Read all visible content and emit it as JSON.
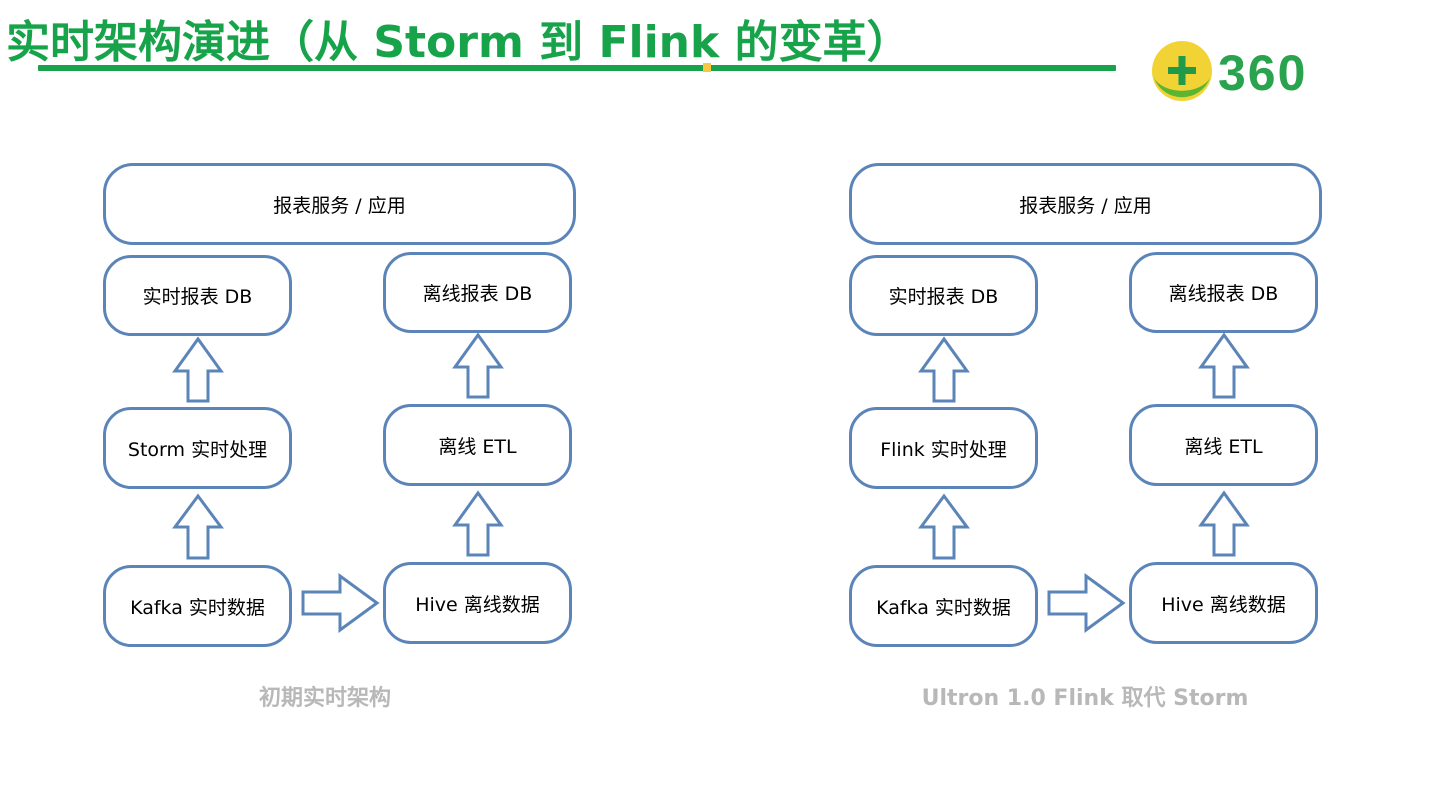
{
  "header": {
    "title": "实时架构演进（从 Storm 到 Flink 的变革）",
    "brand_text": "360",
    "accent_color": "#17a34a"
  },
  "left_diagram": {
    "top_box": "报表服务 / 应用",
    "realtime_db": "实时报表 DB",
    "offline_db": "离线报表 DB",
    "realtime_proc": "Storm 实时处理",
    "offline_etl": "离线 ETL",
    "kafka": "Kafka 实时数据",
    "hive": "Hive 离线数据",
    "caption": "初期实时架构"
  },
  "right_diagram": {
    "top_box": "报表服务 / 应用",
    "realtime_db": "实时报表 DB",
    "offline_db": "离线报表 DB",
    "realtime_proc": "Flink 实时处理",
    "offline_etl": "离线 ETL",
    "kafka": "Kafka 实时数据",
    "hive": "Hive 离线数据",
    "caption": "Ultron 1.0 Flink 取代 Storm"
  },
  "colors": {
    "box_border": "#5b84b8",
    "caption": "#b8b8b8"
  }
}
